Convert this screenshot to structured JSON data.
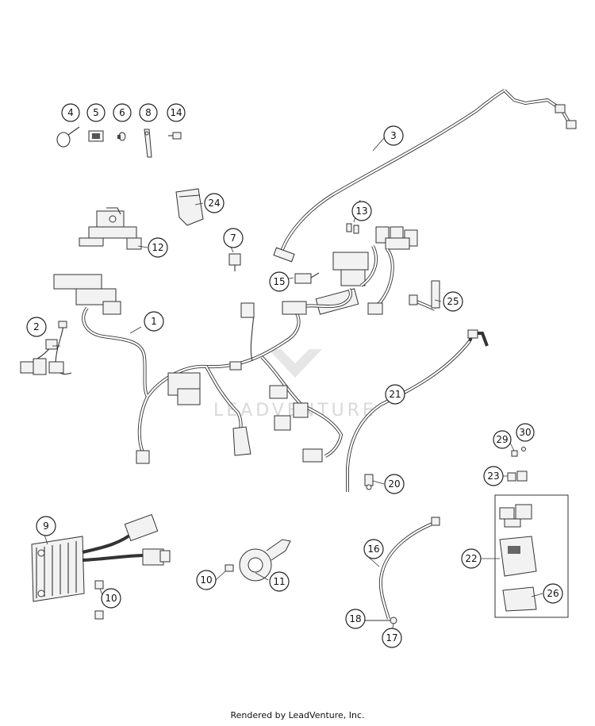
{
  "callouts": [
    {
      "num": "1"
    },
    {
      "num": "2"
    },
    {
      "num": "3"
    },
    {
      "num": "4"
    },
    {
      "num": "5"
    },
    {
      "num": "6"
    },
    {
      "num": "7"
    },
    {
      "num": "8"
    },
    {
      "num": "9"
    },
    {
      "num": "10"
    },
    {
      "num": "10"
    },
    {
      "num": "11"
    },
    {
      "num": "12"
    },
    {
      "num": "13"
    },
    {
      "num": "14"
    },
    {
      "num": "15"
    },
    {
      "num": "16"
    },
    {
      "num": "17"
    },
    {
      "num": "18"
    },
    {
      "num": "20"
    },
    {
      "num": "21"
    },
    {
      "num": "22"
    },
    {
      "num": "23"
    },
    {
      "num": "24"
    },
    {
      "num": "25"
    },
    {
      "num": "26"
    },
    {
      "num": "29"
    },
    {
      "num": "30"
    }
  ],
  "watermark": "LEADVENTURE",
  "footer": "Rendered by LeadVenture, Inc."
}
